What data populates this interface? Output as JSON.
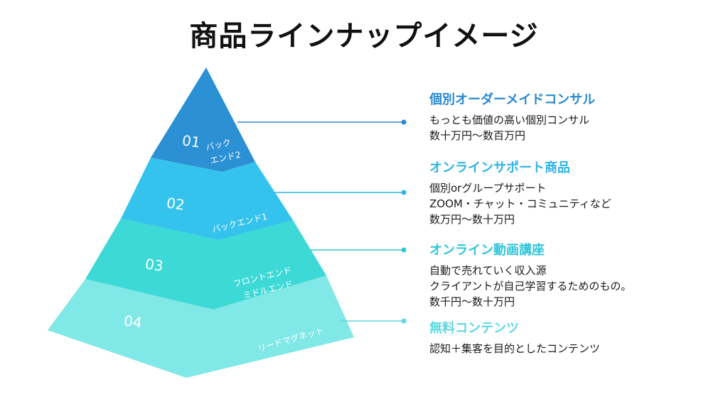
{
  "title": "商品ラインナップイメージ",
  "tiers": [
    {
      "number": "01",
      "label_lines": [
        "バック",
        "エンド2"
      ],
      "color": "#2b90d4",
      "heading": "個別オーダーメイドコンサル",
      "heading_color": "#2a8ad0",
      "lines": [
        "もっとも価値の高い個別コンサル",
        "数十万円〜数百万円"
      ]
    },
    {
      "number": "02",
      "label_lines": [
        "バックエンド1"
      ],
      "color": "#34c3ec",
      "heading": "オンラインサポート商品",
      "heading_color": "#2fb4e6",
      "lines": [
        "個別orグループサポート",
        "ZOOM・チャット・コミュニティなど",
        "数万円〜数十万円"
      ]
    },
    {
      "number": "03",
      "label_lines": [
        "フロントエンド",
        "ミドルエンド"
      ],
      "color": "#3cd9d6",
      "heading": "オンライン動画講座",
      "heading_color": "#2fc6d9",
      "lines": [
        "自動で売れていく収入源",
        "クライアントが自己学習するためのもの。",
        "数千円〜数十万円"
      ]
    },
    {
      "number": "04",
      "label_lines": [
        "リードマグネット"
      ],
      "color": "#80e8e6",
      "heading": "無料コンテンツ",
      "heading_color": "#5fd8e0",
      "lines": [
        "認知＋集客を目的としたコンテンツ"
      ]
    }
  ]
}
